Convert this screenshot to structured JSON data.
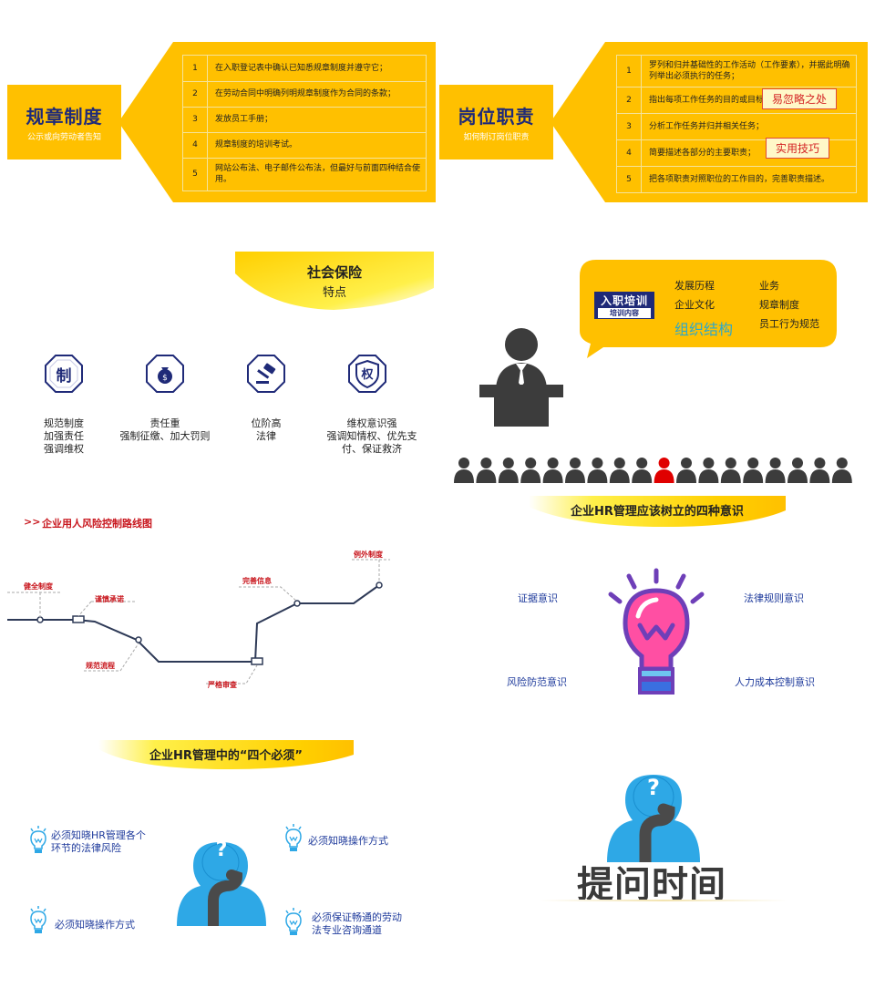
{
  "rules_card": {
    "title": "规章制度",
    "subtitle": "公示或向劳动者告知",
    "items": [
      {
        "num": "1",
        "text": "在入职登记表中确认已知悉规章制度并遵守它；"
      },
      {
        "num": "2",
        "text": "在劳动合同中明确列明规章制度作为合同的条款；"
      },
      {
        "num": "3",
        "text": "发放员工手册；"
      },
      {
        "num": "4",
        "text": "规章制度的培训考试。"
      },
      {
        "num": "5",
        "text": "网站公布法、电子邮件公布法，但最好与前面四种结合使用。"
      }
    ]
  },
  "duty_card": {
    "title": "岗位职责",
    "subtitle": "如何制订岗位职责",
    "items": [
      {
        "num": "1",
        "text": "罗列和归并基础性的工作活动（工作要素），并据此明确列举出必须执行的任务；"
      },
      {
        "num": "2",
        "text": "指出每项工作任务的目的或目标；"
      },
      {
        "num": "3",
        "text": "分析工作任务并归并相关任务；"
      },
      {
        "num": "4",
        "text": "简要描述各部分的主要职责；"
      },
      {
        "num": "5",
        "text": "把各项职责对照职位的工作目的，完善职责描述。"
      }
    ],
    "tag_easy": "易忽略之处",
    "tag_tip": "实用技巧"
  },
  "social": {
    "title": "社会保险",
    "subtitle": "特点",
    "features": [
      {
        "glyph": "制",
        "icon": "zhi-icon",
        "lines": [
          "规范制度",
          "加强责任",
          "强调维权"
        ]
      },
      {
        "glyph": "",
        "icon": "money-bag-icon",
        "lines": [
          "责任重",
          "强制征缴、加大罚则"
        ]
      },
      {
        "glyph": "",
        "icon": "gavel-icon",
        "lines": [
          "位阶高",
          "法律"
        ]
      },
      {
        "glyph": "权",
        "icon": "shield-quan-icon",
        "lines": [
          "维权意识强",
          "强调知情权、优先支",
          "付、保证救济"
        ]
      }
    ]
  },
  "training": {
    "badge_main": "入职培训",
    "badge_sub": "培训内容",
    "items": [
      "发展历程",
      "业务",
      "企业文化",
      "规章制度",
      "员工行为规范"
    ],
    "highlight": "组织结构",
    "crowd_count": 18,
    "crowd_highlight_index": 9,
    "accent": "#e00000"
  },
  "route": {
    "title": "企业用人风险控制路线图",
    "labels": [
      "健全制度",
      "谨慎承诺",
      "规范流程",
      "严格审查",
      "完善信息",
      "例外制度"
    ]
  },
  "awareness": {
    "title": "企业HR管理应该树立的四种意识",
    "items": [
      "证据意识",
      "法律规则意识",
      "风险防范意识",
      "人力成本控制意识"
    ]
  },
  "musts": {
    "title": "企业HR管理中的“四个必须”",
    "items": [
      "必须知晓HR管理各个环节的法律风险",
      "必须知晓操作方式",
      "必须知晓操作方式",
      "必须保证畅通的劳动法专业咨询通道"
    ]
  },
  "qa": {
    "title": "提问时间",
    "mark": "?"
  },
  "colors": {
    "yellow": "#ffc000",
    "navy": "#1f2a78",
    "blue": "#1f3b9c",
    "sky": "#2ea8e6",
    "gray": "#3c3c3c"
  }
}
